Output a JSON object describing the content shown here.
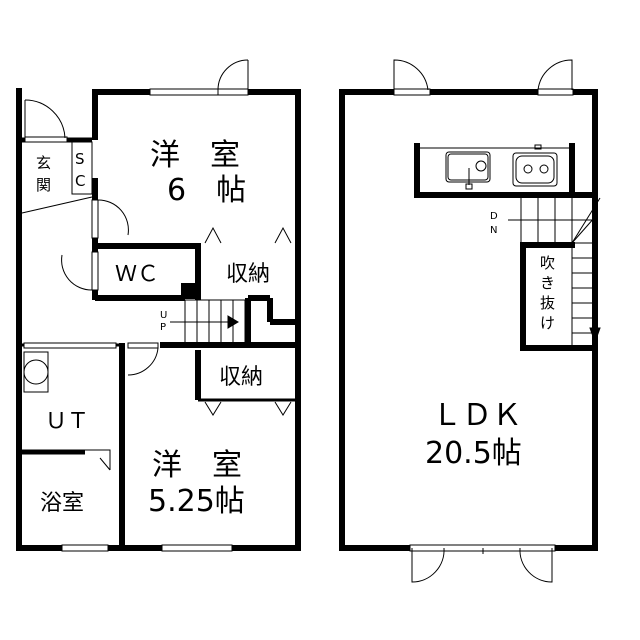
{
  "rooms": {
    "western_6": {
      "name": "洋　室",
      "size": "6　帖"
    },
    "western_525": {
      "name": "洋　室",
      "size": "5.25帖"
    },
    "entrance": "玄関",
    "shoe_closet": [
      "S",
      "C"
    ],
    "toilet": "ＷＣ",
    "storage_upper": "収納",
    "storage_lower": "収納",
    "utility": "ＵＴ",
    "bath": "浴室",
    "ldk": {
      "name": "ＬＤＫ",
      "size": "20.5帖"
    },
    "void": [
      "吹",
      "き",
      "抜",
      "け"
    ]
  },
  "stairs": {
    "up": [
      "U",
      "P"
    ],
    "down": [
      "D",
      "N"
    ]
  }
}
